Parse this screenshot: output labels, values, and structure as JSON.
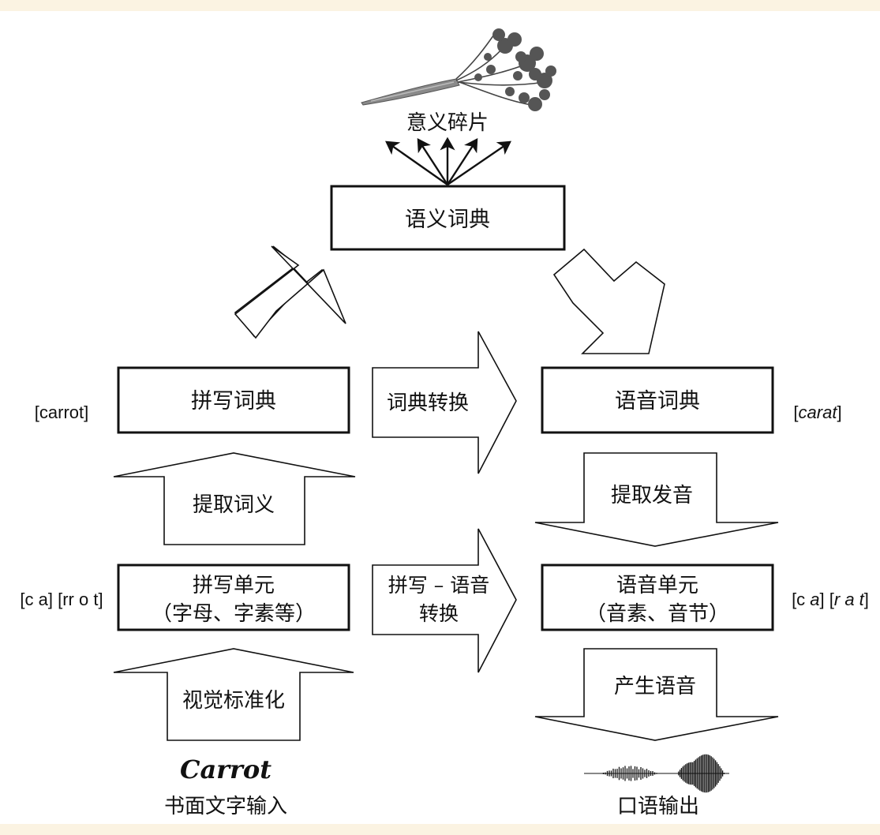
{
  "boxes": {
    "semantic_lexicon": "语义词典",
    "orthographic_lexicon": "拼写词典",
    "phonological_lexicon": "语音词典",
    "orthographic_units_line1": "拼写单元",
    "orthographic_units_line2": "（字母、字素等）",
    "phonological_units_line1": "语音单元",
    "phonological_units_line2": "（音素、音节）"
  },
  "arrows": {
    "lexical_conversion": "词典转换",
    "access_meaning": "提取词义",
    "access_pronunciation": "提取发音",
    "grapheme_phoneme_line1": "拼写 – 语音",
    "grapheme_phoneme_line2": "转换",
    "visual_normalization": "视觉标准化",
    "speech_production": "产生语音"
  },
  "labels": {
    "meaning_fragments": "意义碎片",
    "written_input": "书面文字输入",
    "spoken_output": "口语输出",
    "carrot_word": "Carrot",
    "ortho_example": "[carrot]",
    "phono_example_open": "[",
    "phono_example_word": "carat",
    "phono_example_close": "]",
    "ortho_units_example": "[c a] [rr o t]",
    "phono_units_example_a": "[c ",
    "phono_units_example_b": "a",
    "phono_units_example_c": "] [",
    "phono_units_example_d": "r a t",
    "phono_units_example_e": "]"
  },
  "icons": [
    "carrot-image",
    "waveform-image"
  ],
  "colors": {
    "background": "#fbf3e2",
    "panel": "#ffffff",
    "ink": "#111111"
  }
}
